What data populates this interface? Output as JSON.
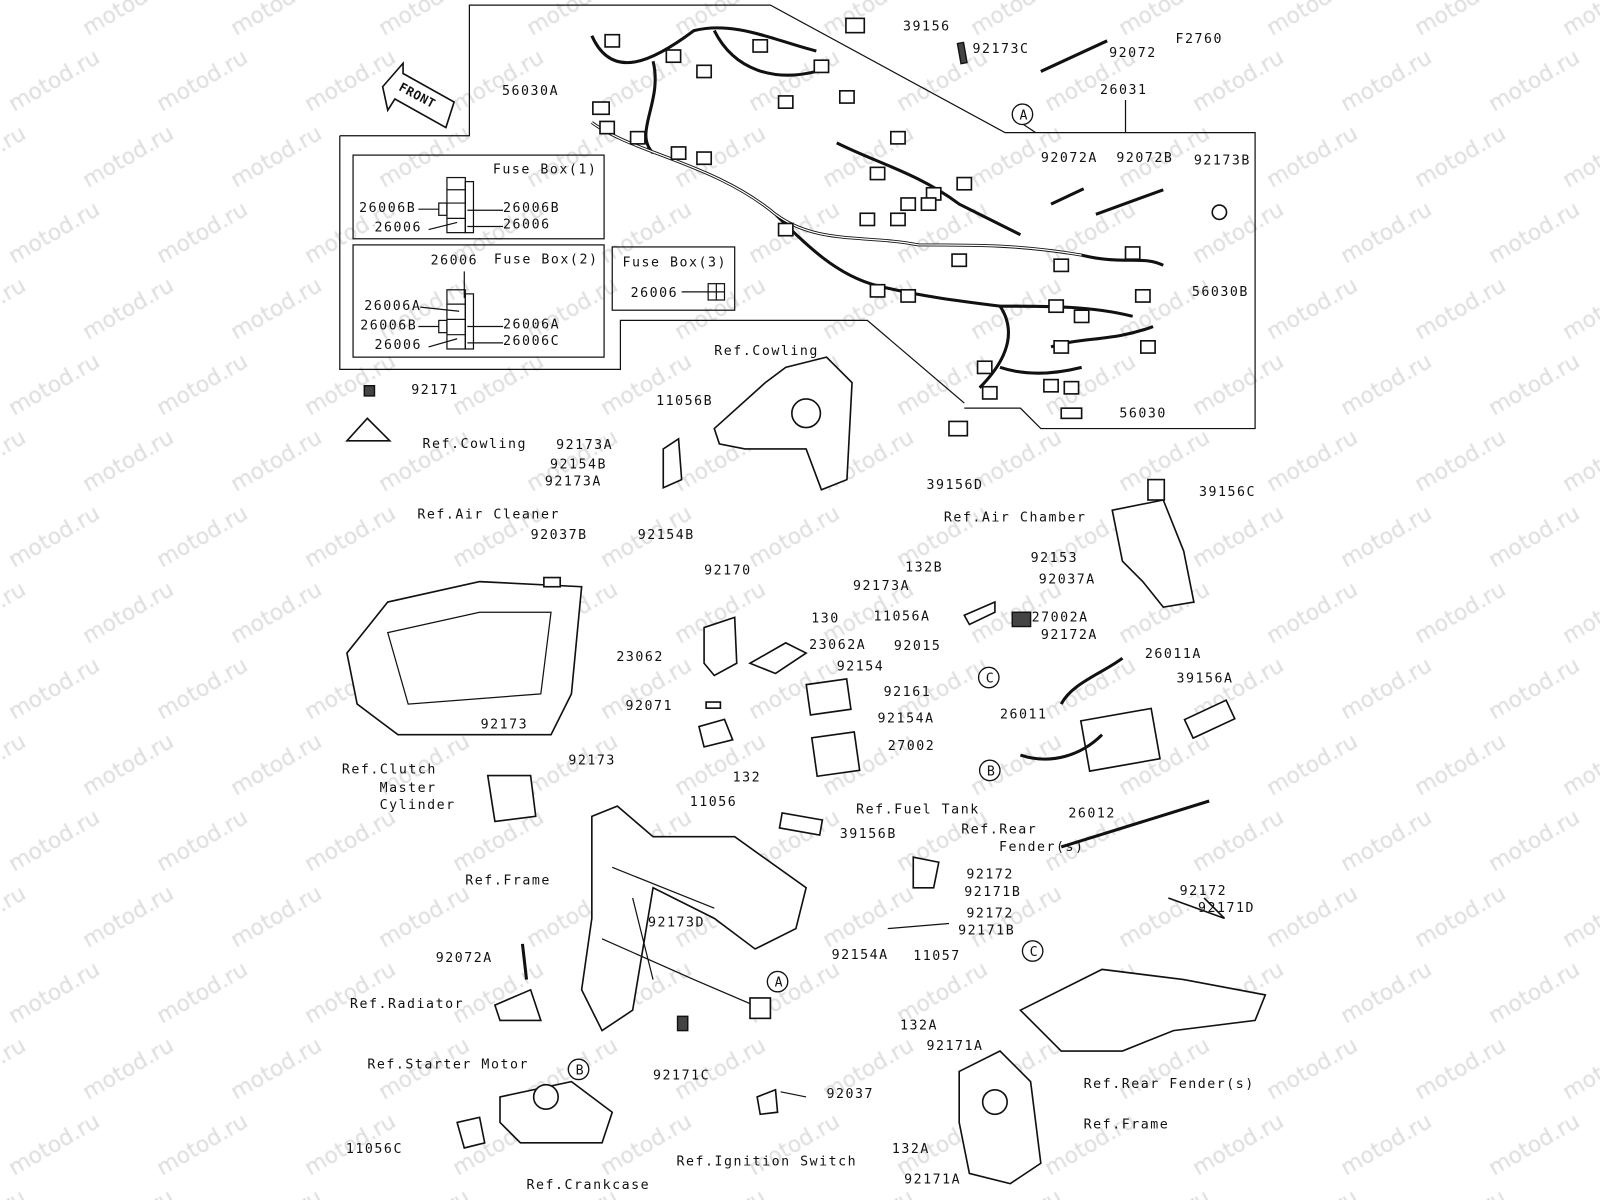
{
  "diagram": {
    "code": "F2760",
    "front_arrow": "FRONT",
    "watermark": "motod.ru",
    "fuse_boxes": [
      "Fuse Box(1)",
      "Fuse Box(2)",
      "Fuse Box(3)"
    ],
    "callouts": [
      "A",
      "B",
      "C",
      "C",
      "B",
      "A"
    ],
    "labels": [
      "39156",
      "92173C",
      "92072",
      "56030A",
      "26031",
      "26006B",
      "26006B",
      "26006",
      "26006",
      "26006",
      "26006A",
      "26006B",
      "26006A",
      "26006",
      "26006C",
      "26006",
      "92072A",
      "92072B",
      "92173B",
      "56030B",
      "Ref.Cowling",
      "92171",
      "11056B",
      "Ref.Cowling",
      "92173A",
      "92154B",
      "92173A",
      "56030",
      "39156D",
      "92154B",
      "39156C",
      "Ref.Air Chamber",
      "Ref.Air Cleaner",
      "92037B",
      "132B",
      "92153",
      "92173A",
      "92037A",
      "92170",
      "130",
      "11056A",
      "27002A",
      "23062",
      "23062A",
      "92015",
      "92172A",
      "92154",
      "26011A",
      "39156A",
      "92161",
      "92154A",
      "26011",
      "92071",
      "27002",
      "92173",
      "92173",
      "132",
      "Ref.Clutch",
      "Master",
      "Cylinder",
      "11056",
      "26012",
      "Ref.Fuel Tank",
      "Ref.Rear",
      "Fender(s)",
      "39156B",
      "Ref.Frame",
      "92172",
      "92171B",
      "92172",
      "92171D",
      "92172",
      "92171B",
      "92173D",
      "11057",
      "92072A",
      "92154A",
      "Ref.Radiator",
      "Ref.Starter Motor",
      "92171C",
      "132A",
      "92171A",
      "Ref.Rear Fender(s)",
      "92037",
      "Ref.Frame",
      "132A",
      "11056C",
      "Ref.Ignition Switch",
      "Ref.Crankcase",
      "92171A"
    ]
  }
}
